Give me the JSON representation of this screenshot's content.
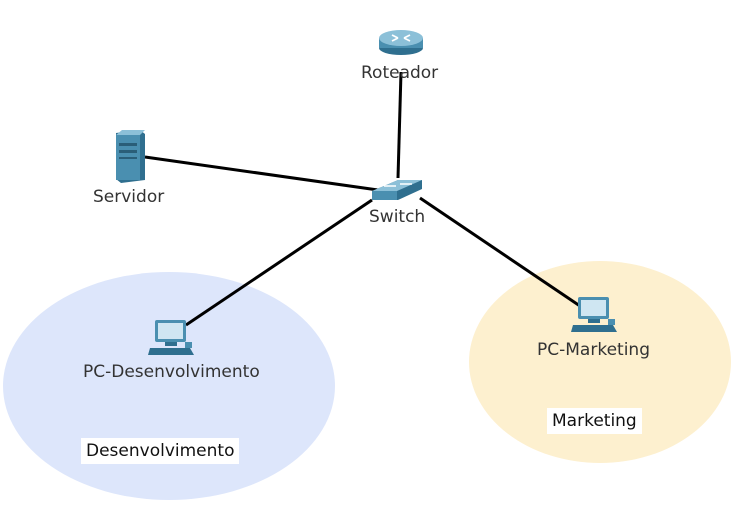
{
  "zones": {
    "desenvolvimento": {
      "label": "Desenvolvimento",
      "color": "#dde6fb"
    },
    "marketing": {
      "label": "Marketing",
      "color": "#fdf0cf"
    }
  },
  "nodes": {
    "roteador": {
      "label": "Roteador",
      "icon": "router-icon"
    },
    "servidor": {
      "label": "Servidor",
      "icon": "server-icon"
    },
    "switch": {
      "label": "Switch",
      "icon": "switch-icon"
    },
    "pc_desenvolvimento": {
      "label": "PC-Desenvolvimento",
      "icon": "pc-icon"
    },
    "pc_marketing": {
      "label": "PC-Marketing",
      "icon": "pc-icon"
    }
  },
  "links": [
    {
      "from": "Roteador",
      "to": "Switch"
    },
    {
      "from": "Servidor",
      "to": "Switch"
    },
    {
      "from": "Switch",
      "to": "PC-Desenvolvimento"
    },
    {
      "from": "Switch",
      "to": "PC-Marketing"
    }
  ],
  "colors": {
    "link": "#000000",
    "device_blue": "#4a8fb0",
    "device_dark": "#2f6f8f"
  }
}
